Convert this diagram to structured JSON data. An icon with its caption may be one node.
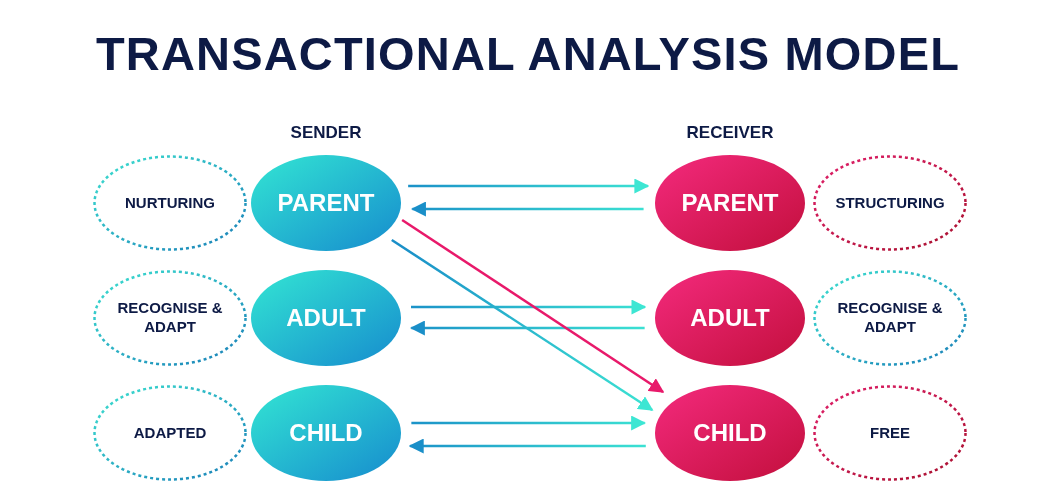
{
  "diagram": {
    "title": "TRANSACTIONAL ANALYSIS MODEL",
    "nodes": [
      {
        "text": [
          "NURTURING"
        ]
      },
      {
        "text": [
          "PARENT"
        ]
      },
      {
        "text": [
          "PARENT"
        ]
      },
      {
        "text": [
          "STRUCTURING"
        ]
      },
      {
        "text": [
          "RECOGNISE & ADAPT"
        ]
      },
      {
        "text": [
          "ADULT"
        ]
      },
      {
        "text": [
          "ADULT"
        ]
      },
      {
        "text": [
          "RECOGNISE & ADAPT"
        ]
      },
      {
        "text": [
          "ADAPTED"
        ]
      },
      {
        "text": [
          "CHILD"
        ]
      },
      {
        "text": [
          "CHILD"
        ]
      },
      {
        "text": [
          "FREE"
        ]
      }
    ],
    "edges": [
      {
        "from": 1,
        "to": 2,
        "arrow": "to"
      },
      {
        "from": 2,
        "to": 1,
        "arrow": "to"
      },
      {
        "from": 5,
        "to": 6,
        "arrow": "to"
      },
      {
        "from": 6,
        "to": 5,
        "arrow": "to"
      },
      {
        "from": 9,
        "to": 10,
        "arrow": "to"
      },
      {
        "from": 10,
        "to": 9,
        "arrow": "to"
      },
      {
        "from": 1,
        "to": 10,
        "arrow": "to",
        "color": "#e8196a"
      },
      {
        "from": 1,
        "to": 10,
        "arrow": "to"
      }
    ],
    "labels": [
      "SENDER",
      "RECEIVER"
    ]
  }
}
